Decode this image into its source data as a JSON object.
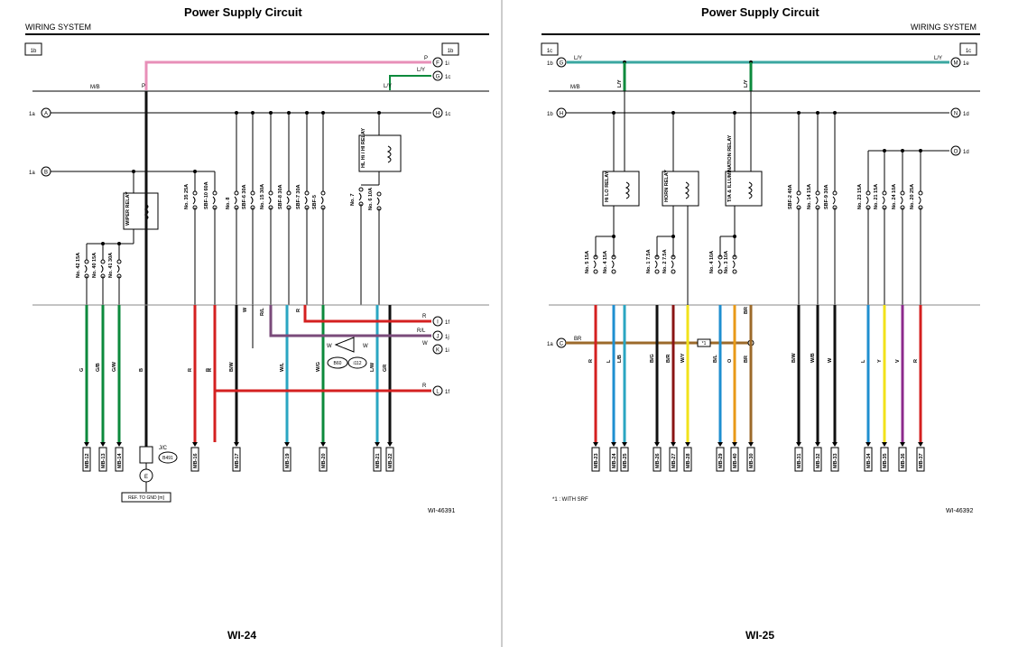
{
  "left": {
    "title": "Power Supply Circuit",
    "header": "WIRING SYSTEM",
    "section": "1b",
    "page": "WI-24",
    "code": "WI-46391",
    "conn_in": [
      "1a",
      "1a"
    ],
    "conn_out": [
      "1i",
      "1c",
      "1c",
      "1f",
      "1j",
      "1i",
      "1f"
    ],
    "letters": [
      "A",
      "B",
      "F",
      "G",
      "H",
      "I",
      "J",
      "K",
      "L",
      "E"
    ],
    "wire_top": [
      "P",
      "L/Y",
      "M/B",
      "P",
      "L/Y",
      "P"
    ],
    "relays": [
      "WIPER RELAY",
      "HL Hi / HI RELAY"
    ],
    "fuses": [
      "No. 42 15A",
      "No. 40 15A",
      "No. 41 30A",
      "No. 35 25A",
      "SBF-10 60A",
      "No. 8",
      "SBF-6 30A",
      "No. 15 30A",
      "SBF-8 30A",
      "SBF-7 30A",
      "SBF-5",
      "No. 7",
      "No. 6 10A"
    ],
    "wires": [
      "G",
      "G/B",
      "G/W",
      "B",
      "R",
      "R",
      "B/W",
      "W",
      "R/L",
      "W/L",
      "R",
      "W/G",
      "L/W",
      "GR"
    ],
    "right_wires": [
      "R",
      "R/L",
      "W",
      "R"
    ],
    "notes": [
      "W",
      "W",
      "B60",
      "i112",
      "J/C",
      "B491",
      "REF. TO GND [m]"
    ],
    "terminals": [
      "MB-12",
      "MB-13",
      "MB-14",
      "MB-15",
      "MB-16",
      "MB-17",
      "MB-19",
      "MB-20",
      "MB-21",
      "MB-22"
    ]
  },
  "right": {
    "title": "Power Supply Circuit",
    "header": "WIRING SYSTEM",
    "section": "1c",
    "page": "WI-25",
    "code": "WI-46392",
    "note": "*1 : WITH SRF",
    "conn_in": [
      "1b",
      "1b",
      "1a"
    ],
    "conn_out": [
      "1e",
      "1d",
      "1d"
    ],
    "letters": [
      "G",
      "H",
      "C",
      "M",
      "N",
      "O"
    ],
    "wire_top": [
      "L/Y",
      "L/Y",
      "M/B",
      "L/Y",
      "L/Y",
      "BR",
      "*1"
    ],
    "relays": [
      "Hi LO RELAY",
      "HORN RELAY",
      "T/A & ILLUMINATION RELAY"
    ],
    "fuses": [
      "No. 5 15A",
      "No. 4 15A",
      "No. 1 7.5A",
      "No. 2 7.5A",
      "No. 4 10A",
      "No. 3 10A",
      "SBF-2 40A",
      "No. 14 15A",
      "SBF-9 30A",
      "No. 23 15A",
      "No. 21 15A",
      "No. 24 10A",
      "No. 20 25A"
    ],
    "wires": [
      "R",
      "L",
      "L/B",
      "B/G",
      "B/R",
      "W/Y",
      "B/L",
      "O",
      "BR",
      "BR",
      "B/W",
      "W/B",
      "W",
      "L",
      "Y",
      "V",
      "R"
    ],
    "terminals": [
      "MB-23",
      "MB-24",
      "MB-25",
      "MB-26",
      "MB-27",
      "MB-28",
      "MB-29",
      "MB-40",
      "MB-30",
      "MB-31",
      "MB-32",
      "MB-33",
      "MB-34",
      "MB-35",
      "MB-36",
      "MB-37"
    ]
  },
  "colors": {
    "pink": "#e88fb8",
    "green": "#0c8a3c",
    "red": "#d42020",
    "black": "#111111",
    "blue": "#1f8fd0",
    "cyan": "#2aa6c2",
    "brown": "#9c6a2a",
    "orange": "#e89a18",
    "yellow": "#f2e21a",
    "purple": "#8c2a8c",
    "darkred": "#8a1414",
    "teal": "#3aa7a0"
  }
}
